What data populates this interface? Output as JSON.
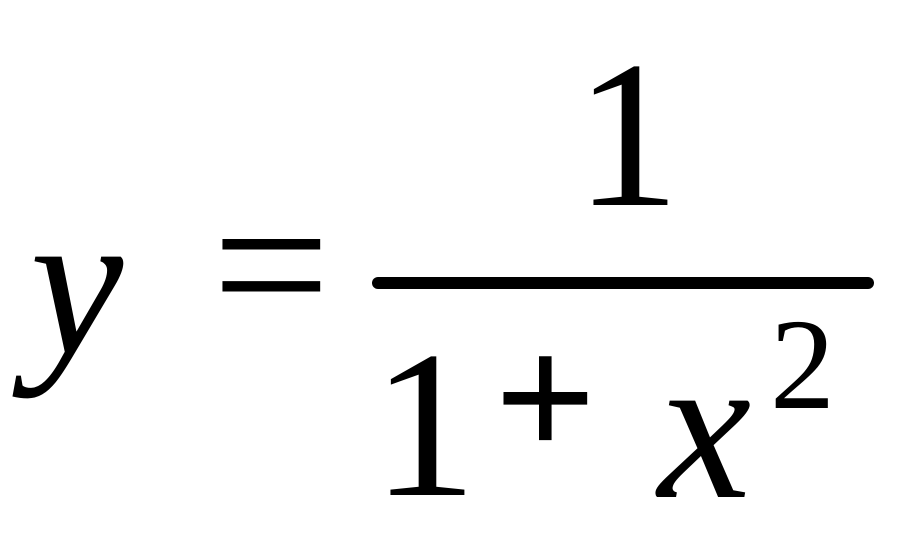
{
  "formula": {
    "lhs": "y",
    "equals": "=",
    "numerator": "1",
    "denominator": {
      "one": "1",
      "plus": "+",
      "variable": "x",
      "exponent": "2"
    }
  }
}
